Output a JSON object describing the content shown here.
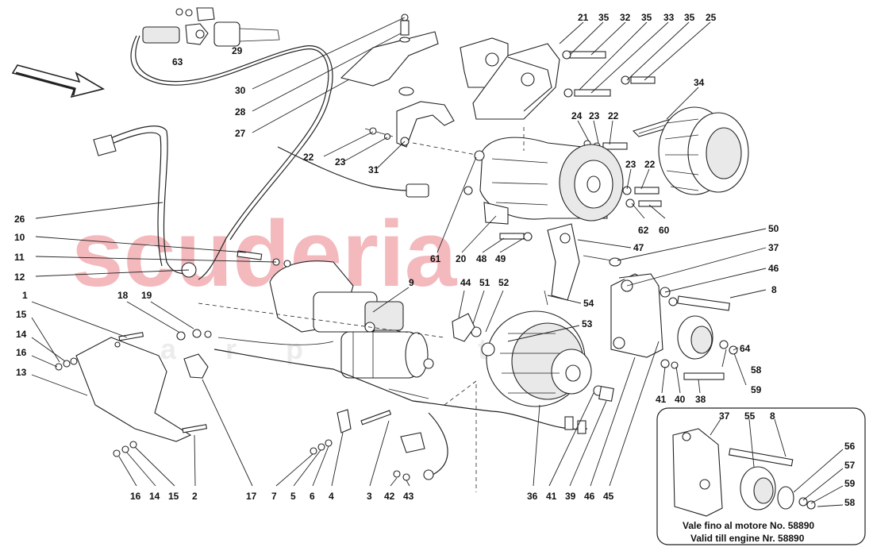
{
  "watermark": {
    "main": "scuderia",
    "sub": "c a r p a r t s"
  },
  "labels": [
    "21",
    "35",
    "32",
    "35",
    "33",
    "35",
    "25",
    "34",
    "24",
    "23",
    "22",
    "23",
    "22",
    "62",
    "60",
    "63",
    "29",
    "30",
    "28",
    "27",
    "22",
    "23",
    "31",
    "26",
    "10",
    "11",
    "12",
    "61",
    "20",
    "48",
    "49",
    "47",
    "50",
    "37",
    "46",
    "8",
    "9",
    "44",
    "51",
    "52",
    "54",
    "53",
    "1",
    "18",
    "19",
    "15",
    "14",
    "16",
    "13",
    "64",
    "58",
    "59",
    "41",
    "40",
    "38",
    "16",
    "14",
    "15",
    "2",
    "17",
    "7",
    "5",
    "6",
    "4",
    "3",
    "42",
    "43",
    "36",
    "41",
    "39",
    "46",
    "45",
    "37",
    "55",
    "8",
    "56",
    "57",
    "59",
    "58"
  ],
  "inset": {
    "note_it": "Vale fino al motore No. 58890",
    "note_en": "Valid till engine Nr. 58890"
  }
}
